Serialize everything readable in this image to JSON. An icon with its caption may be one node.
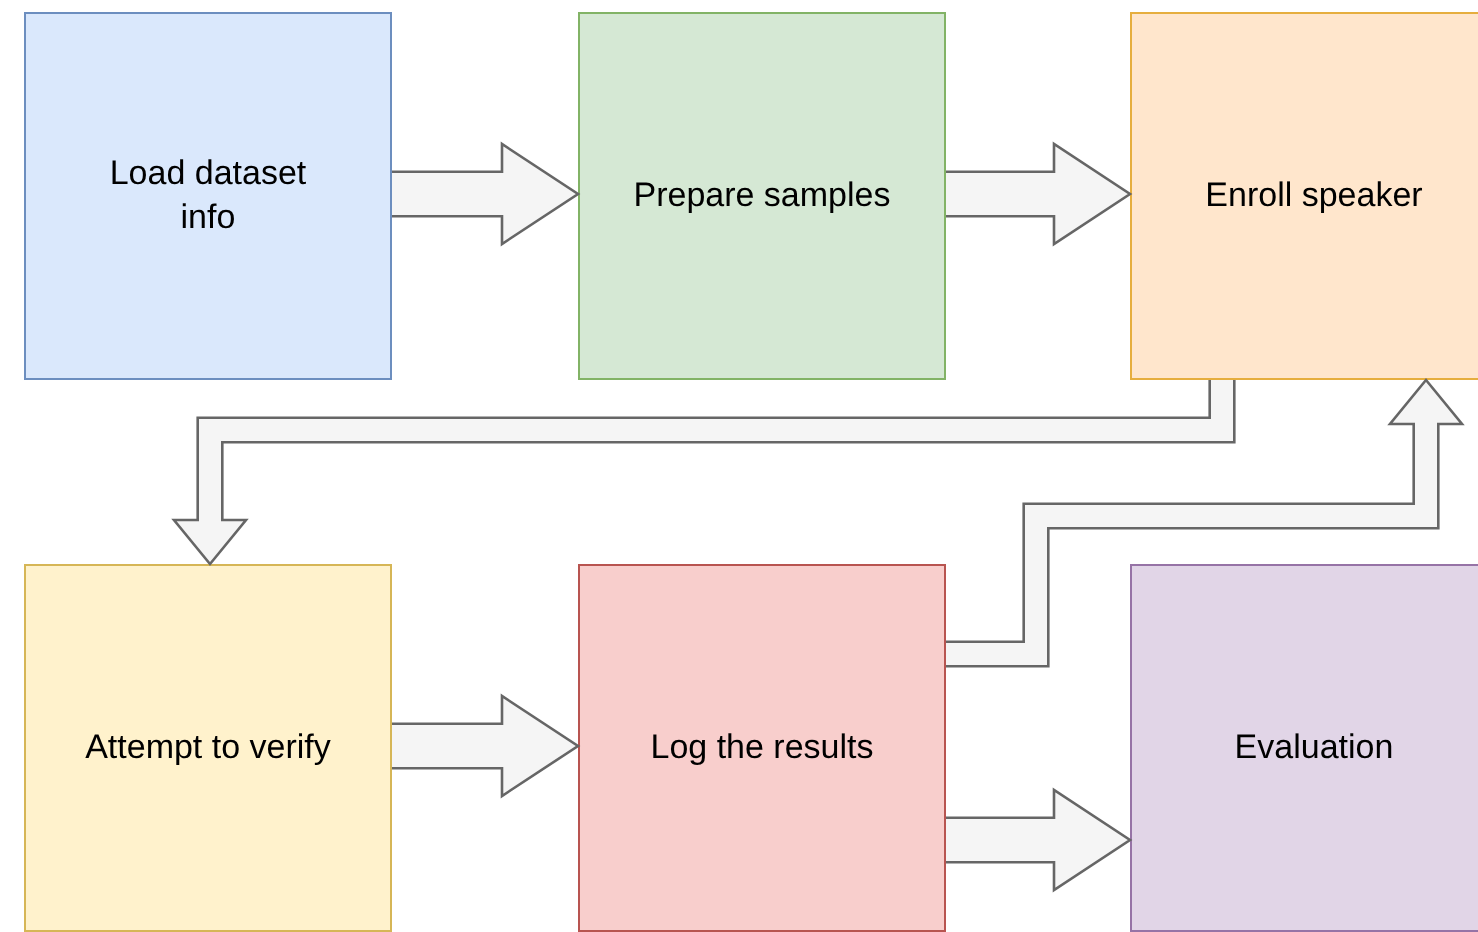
{
  "diagram": {
    "nodes": [
      {
        "text": [
          "Load dataset info"
        ]
      },
      {
        "text": [
          "Prepare samples"
        ]
      },
      {
        "text": [
          "Enroll speaker"
        ]
      },
      {
        "text": [
          "Attempt to verify"
        ]
      },
      {
        "text": [
          "Log the results"
        ]
      },
      {
        "text": [
          "Evaluation"
        ]
      }
    ],
    "edges": [
      {
        "from": 0,
        "to": 1,
        "arrow": "to"
      },
      {
        "from": 1,
        "to": 2,
        "arrow": "to"
      },
      {
        "from": 2,
        "to": 3,
        "arrow": "to"
      },
      {
        "from": 3,
        "to": 4,
        "arrow": "to"
      },
      {
        "from": 4,
        "to": 2,
        "arrow": "to"
      },
      {
        "from": 4,
        "to": 5,
        "arrow": "to"
      }
    ]
  }
}
